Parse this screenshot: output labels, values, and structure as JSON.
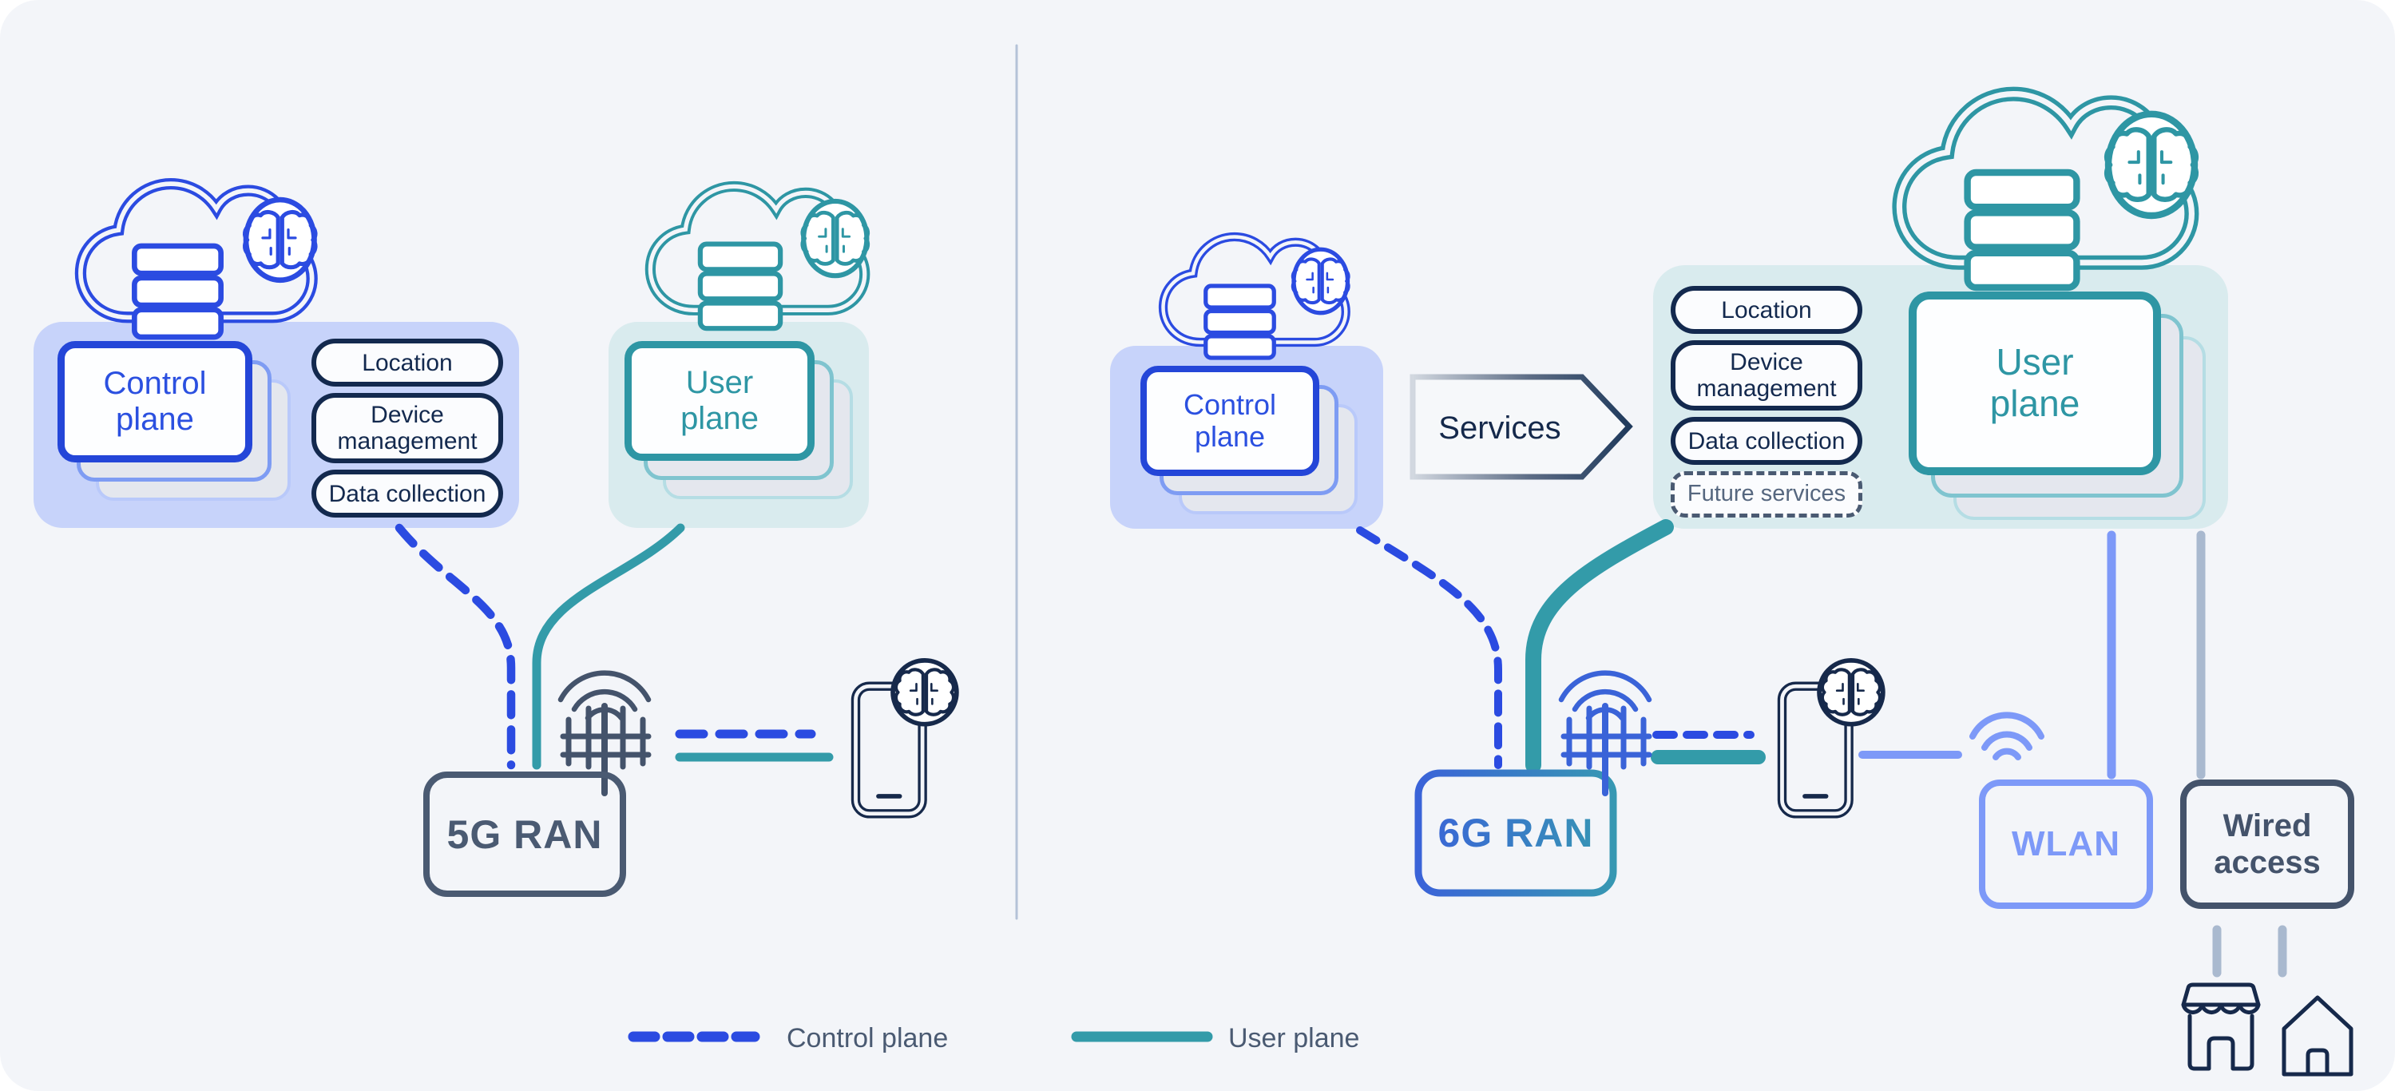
{
  "left": {
    "control_plane": "Control\nplane",
    "user_plane": "User\nplane",
    "pills": [
      "Location",
      "Device management",
      "Data collection"
    ],
    "ran": "5G RAN"
  },
  "right": {
    "control_plane": "Control\nplane",
    "services": "Services",
    "user_plane": "User\nplane",
    "pills": [
      "Location",
      "Device management",
      "Data collection"
    ],
    "future_pill": "Future services",
    "ran": "6G RAN",
    "wlan": "WLAN",
    "wired": "Wired access"
  },
  "legend": {
    "control": "Control plane",
    "user": "User plane"
  },
  "icons": {
    "cloud_server": "cloud-with-server-stack",
    "brain": "ai-brain",
    "antenna": "radio-antenna",
    "phone": "smartphone-with-ai-brain",
    "wifi": "wifi",
    "store": "storefront",
    "home": "house"
  },
  "colors": {
    "control_blue": "#2b4be1",
    "control_container": "#c7d3fa",
    "user_teal": "#2e96a4",
    "user_container": "#d9ebee",
    "periwinkle": "#7d99f8",
    "navy": "#16294b",
    "slate": "#4a5a72",
    "gray_connector": "#a9b9cf",
    "canvas": "#f3f5f9"
  }
}
